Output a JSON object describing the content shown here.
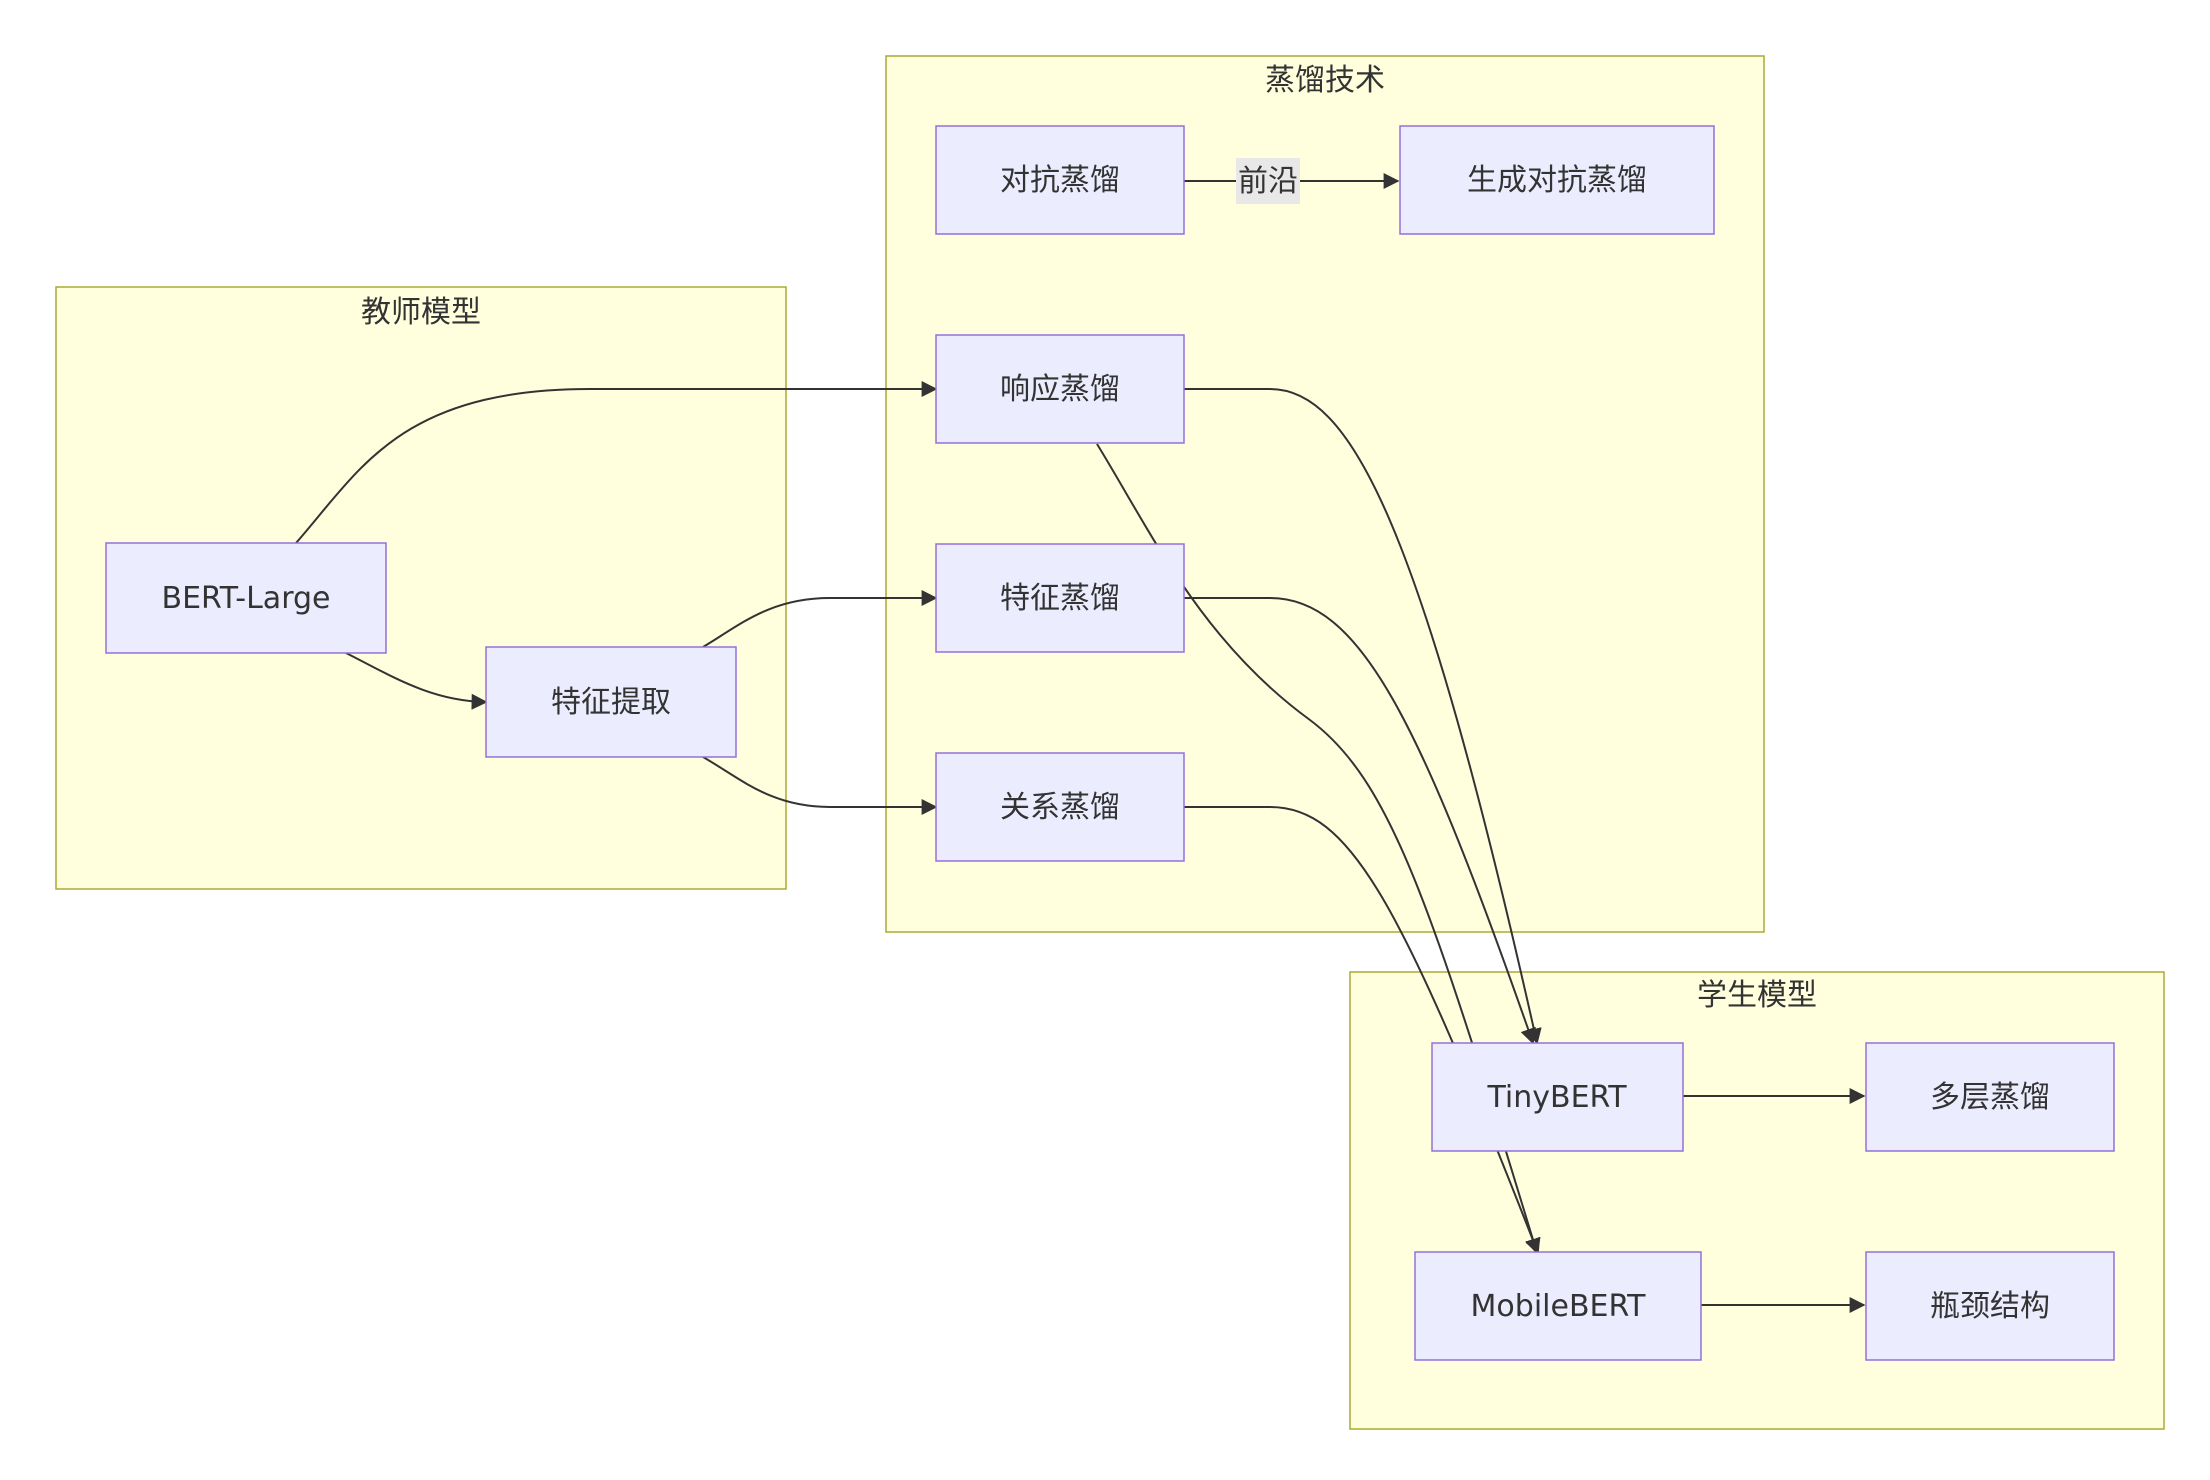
{
  "clusters": {
    "teacher": {
      "title": "教师模型"
    },
    "distill": {
      "title": "蒸馏技术"
    },
    "student": {
      "title": "学生模型"
    }
  },
  "nodes": {
    "bert_large": "BERT-Large",
    "feature_extract": "特征提取",
    "response_distill": "响应蒸馏",
    "feature_distill": "特征蒸馏",
    "relation_distill": "关系蒸馏",
    "adversarial_distill": "对抗蒸馏",
    "gen_adversarial_distill": "生成对抗蒸馏",
    "tinybert": "TinyBERT",
    "mobilebert": "MobileBERT",
    "multilayer_distill": "多层蒸馏",
    "bottleneck": "瓶颈结构"
  },
  "edges": [
    {
      "from": "bert_large",
      "to": "response_distill",
      "label": ""
    },
    {
      "from": "bert_large",
      "to": "feature_extract",
      "label": ""
    },
    {
      "from": "feature_extract",
      "to": "feature_distill",
      "label": ""
    },
    {
      "from": "feature_extract",
      "to": "relation_distill",
      "label": ""
    },
    {
      "from": "response_distill",
      "to": "tinybert",
      "label": ""
    },
    {
      "from": "response_distill",
      "to": "mobilebert",
      "label": ""
    },
    {
      "from": "feature_distill",
      "to": "tinybert",
      "label": ""
    },
    {
      "from": "relation_distill",
      "to": "mobilebert",
      "label": ""
    },
    {
      "from": "adversarial_distill",
      "to": "gen_adversarial_distill",
      "label": "前沿"
    },
    {
      "from": "tinybert",
      "to": "multilayer_distill",
      "label": ""
    },
    {
      "from": "mobilebert",
      "to": "bottleneck",
      "label": ""
    }
  ],
  "colors": {
    "cluster_fill": "#ffffde",
    "cluster_stroke": "#aaaa33",
    "node_fill": "#ececff",
    "node_stroke": "#9370db",
    "edge": "#333333"
  }
}
